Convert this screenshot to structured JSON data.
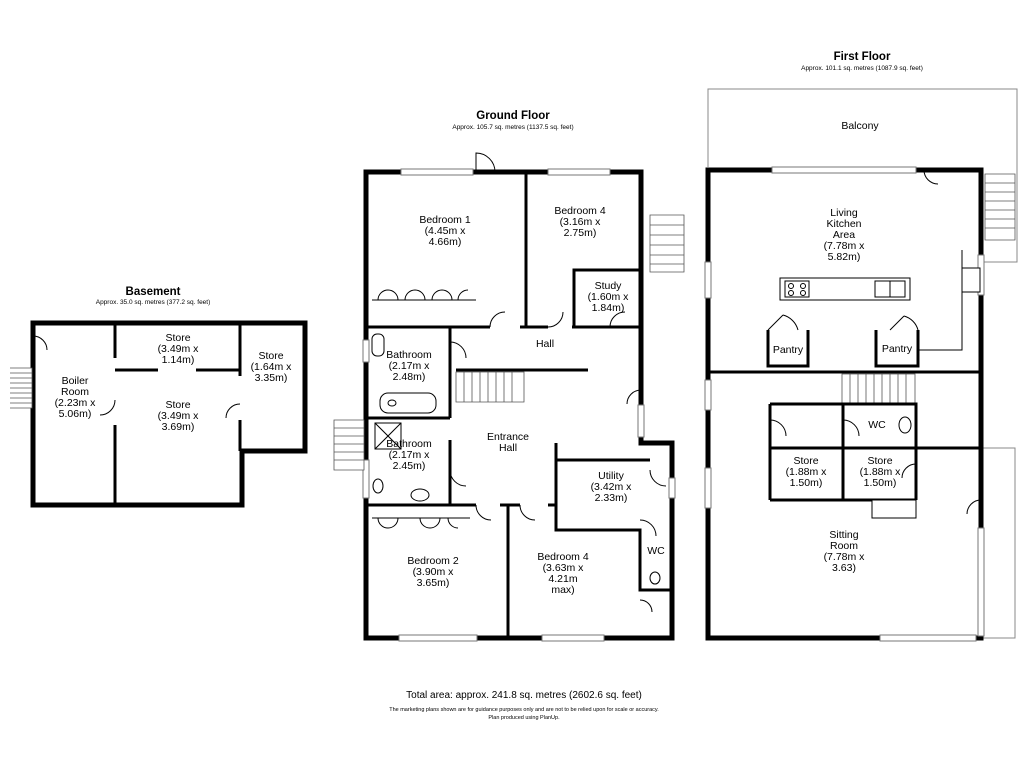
{
  "floors": {
    "basement": {
      "title": "Basement",
      "area": "Approx. 35.0 sq. metres (377.2 sq. feet)",
      "rooms": {
        "boiler": [
          "Boiler",
          "Room",
          "(2.23m x",
          "5.06m)"
        ],
        "store_a": [
          "Store",
          "(3.49m x",
          "1.14m)"
        ],
        "store_b": [
          "Store",
          "(3.49m x",
          "3.69m)"
        ],
        "store_c": [
          "Store",
          "(1.64m x",
          "3.35m)"
        ]
      }
    },
    "ground": {
      "title": "Ground Floor",
      "area": "Approx. 105.7 sq. metres (1137.5 sq. feet)",
      "rooms": {
        "bedroom1": [
          "Bedroom 1",
          "(4.45m x",
          "4.66m)"
        ],
        "bedroom4_top": [
          "Bedroom 4",
          "(3.16m x",
          "2.75m)"
        ],
        "study": [
          "Study",
          "(1.60m x",
          "1.84m)"
        ],
        "hall": [
          "Hall"
        ],
        "bathroom1": [
          "Bathroom",
          "(2.17m x",
          "2.48m)"
        ],
        "bathroom2": [
          "Bathroom",
          "(2.17m x",
          "2.45m)"
        ],
        "entrance": [
          "Entrance",
          "Hall"
        ],
        "utility": [
          "Utility",
          "(3.42m x",
          "2.33m)"
        ],
        "wc": [
          "WC"
        ],
        "bedroom2": [
          "Bedroom 2",
          "(3.90m x",
          "3.65m)"
        ],
        "bedroom4_bottom": [
          "Bedroom 4",
          "(3.63m x",
          "4.21m",
          "max)"
        ]
      }
    },
    "first": {
      "title": "First Floor",
      "area": "Approx. 101.1 sq. metres (1087.9 sq. feet)",
      "rooms": {
        "balcony": [
          "Balcony"
        ],
        "living": [
          "Living",
          "Kitchen",
          "Area",
          "(7.78m x",
          "5.82m)"
        ],
        "pantry1": [
          "Pantry"
        ],
        "pantry2": [
          "Pantry"
        ],
        "wc": [
          "WC"
        ],
        "store1": [
          "Store",
          "(1.88m x",
          "1.50m)"
        ],
        "store2": [
          "Store",
          "(1.88m x",
          "1.50m)"
        ],
        "sitting": [
          "Sitting",
          "Room",
          "(7.78m x",
          "3.63)"
        ]
      }
    }
  },
  "footer": {
    "total": "Total area: approx. 241.8 sq. metres (2602.6 sq. feet)",
    "disclaimer": "The marketing plans shown are for guidance purposes only and are not to be relied upon for scale or accuracy.",
    "credit": "Plan produced using PlanUp."
  }
}
